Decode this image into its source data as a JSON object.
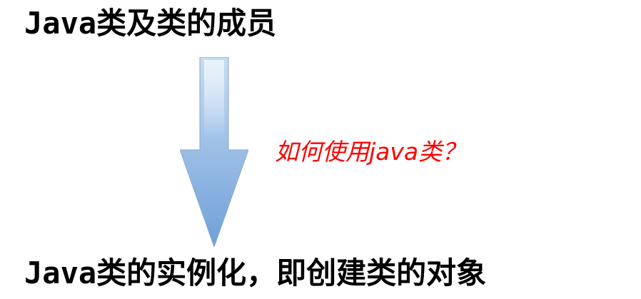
{
  "slide": {
    "title": "Java类及类的成员",
    "question": "如何使用java类？",
    "conclusion": "Java类的实例化，即创建类的对象"
  },
  "colors": {
    "text": "#000000",
    "question": "#ff0000",
    "arrow_fill_top": "#c6dcf3",
    "arrow_fill_bottom": "#6f9fd8",
    "arrow_stroke": "#8aa9cc"
  },
  "icons": {
    "arrow": "down-arrow-icon"
  }
}
